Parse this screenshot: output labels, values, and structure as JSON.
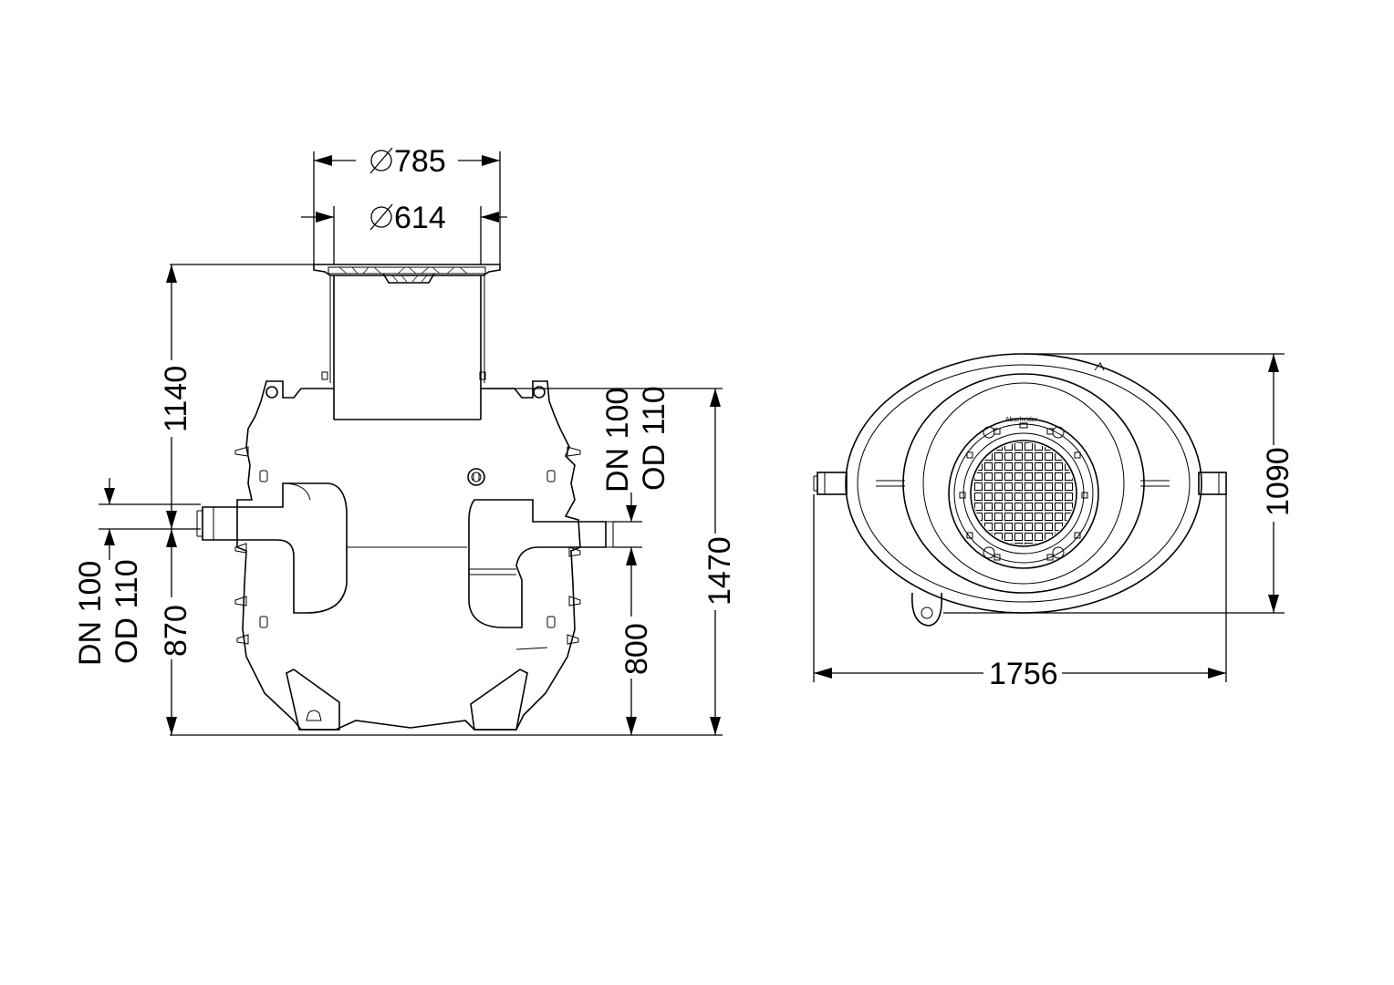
{
  "labels": {
    "dia_outer": "785",
    "dia_inner": "614",
    "h_top": "1140",
    "h_total": "1470",
    "h_inlet": "870",
    "h_outlet": "800",
    "pipe_left_dn": "DN 100",
    "pipe_left_od": "OD 110",
    "pipe_right_dn": "DN 100",
    "pipe_right_od": "OD 110",
    "width_total": "1756",
    "height_plan": "1090",
    "cover_text": "Abscheider"
  },
  "icons": {
    "diameter": "diameter-symbol"
  }
}
